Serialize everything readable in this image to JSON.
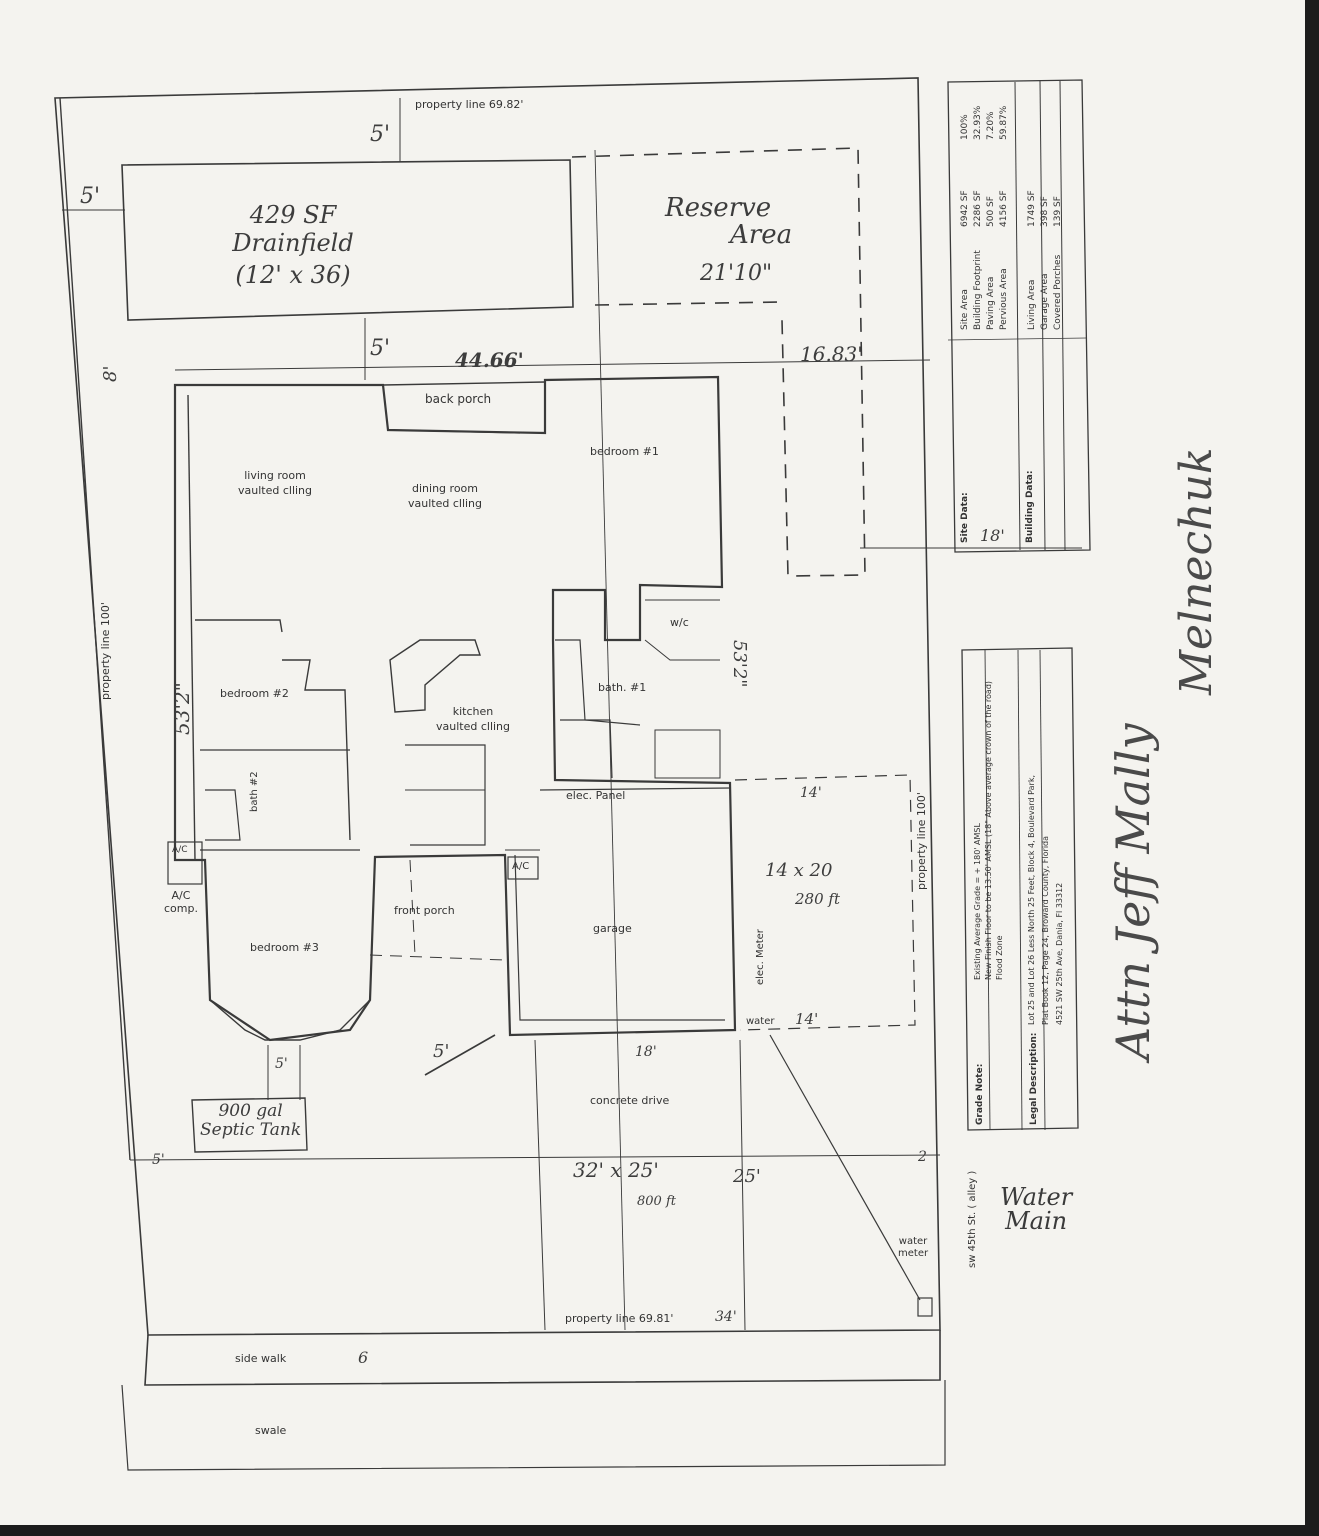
{
  "property_lines": {
    "top": "property line 69.82'",
    "bottom": "property line 69.81'",
    "left": "property line 100'",
    "right": "property line 100'"
  },
  "setbacks": {
    "top_dim": "5'",
    "left_dim": "5'",
    "drainfield_gap": "5'",
    "left_side": "8'",
    "bottom_left": "5'",
    "septic_gap": "5'",
    "sidewalk_dim": "6",
    "bottom_right": "2"
  },
  "drainfield": {
    "line1": "429 SF",
    "line2": "Drainfield",
    "line3": "(12' x 36)"
  },
  "reserve": {
    "line1": "Reserve",
    "line2": "Area",
    "width": "21'10\"",
    "depth": "16.83'"
  },
  "house": {
    "rear_width": "44.66'",
    "left_depth": "53'2\"",
    "right_depth": "53'2\"",
    "side_dim": "18'"
  },
  "rooms": {
    "back_porch": "back porch",
    "bedroom1": "bedroom #1",
    "living1": "living room",
    "living2": "vaulted clling",
    "dining1": "dining room",
    "dining2": "vaulted clling",
    "wic": "w/c",
    "bath1": "bath. #1",
    "bedroom2": "bedroom #2",
    "kitchen1": "kitchen",
    "kitchen2": "vaulted clling",
    "bath2": "bath #2",
    "elec_panel": "elec. Panel",
    "ac_unit": "A/C",
    "ac_comp1": "A/C",
    "ac_comp2": "comp.",
    "ac_small": "A/C",
    "front_porch": "front porch",
    "garage": "garage",
    "elec_meter": "elec. Meter",
    "bedroom3": "bedroom #3",
    "water": "water",
    "concrete_drive": "concrete drive",
    "sidewalk": "side walk",
    "swale": "swale",
    "water_meter1": "water",
    "water_meter2": "meter",
    "street": "sw 45th St. ( alley )"
  },
  "addition": {
    "width_top": "14'",
    "size": "14 x 20",
    "area": "280 ft",
    "width_bottom": "14'"
  },
  "drive": {
    "size": "32' x 25'",
    "area": "800 ft",
    "depth": "25'",
    "width": "18'",
    "arrow_dim": "5'",
    "bottom_dim": "34'"
  },
  "septic": {
    "line1": "900 gal",
    "line2": "Septic Tank"
  },
  "site_table": {
    "site_header": "Site Data:",
    "building_header": "Building Data:",
    "rows": [
      {
        "label": "Site Area",
        "value": "6942 SF",
        "pct": "100%"
      },
      {
        "label": "Building Footprint",
        "value": "2286 SF",
        "pct": "32.93%"
      },
      {
        "label": "Paving Area",
        "value": "500 SF",
        "pct": "7.20%"
      },
      {
        "label": "Pervious Area",
        "value": "4156 SF",
        "pct": "59.87%"
      },
      {
        "label": "Living Area",
        "value": "1749 SF",
        "pct": ""
      },
      {
        "label": "Garage Area",
        "value": "398 SF",
        "pct": ""
      },
      {
        "label": "Covered Porches",
        "value": "139 SF",
        "pct": ""
      }
    ],
    "bottom_dim": "18'"
  },
  "notes": {
    "grade_header": "Grade Note:",
    "grade1": "Existing Average Grade = + 180' AMSL",
    "grade2": "New Finish Floor to be 13.50' AMSL (18\" Above average crown of the road)",
    "grade3": "Flood Zone",
    "legal_header": "Legal Description:",
    "legal1": "Lot 25 and Lot 26 Less North 25 Feet, Block 4, Boulevard Park,",
    "legal2": "Plat Book 12, Page 24, Broward County, Florida",
    "legal3": "4521 SW 25th Ave, Dania, Fl 33312"
  },
  "handwritten": {
    "attn": "Attn Jeff Mally",
    "company": "Melnechuk",
    "water_main1": "Water",
    "water_main2": "Main"
  }
}
